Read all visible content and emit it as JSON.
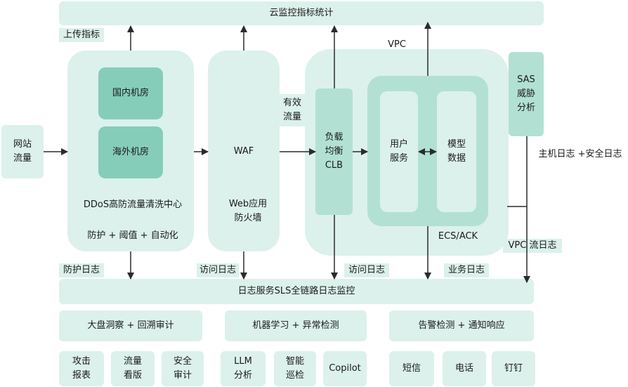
{
  "top": {
    "cloud_monitor": "云监控指标统计",
    "upload_metrics": "上传指标"
  },
  "input": {
    "site_traffic": "网站\n流量"
  },
  "ddos": {
    "domestic": "国内机房",
    "overseas": "海外机房",
    "center": "DDoS高防流量清洗中心",
    "features": "防护 + 阈值 + 自动化"
  },
  "waf": {
    "title": "WAF",
    "subtitle": "Web应用\n防火墙"
  },
  "valid_traffic": "有效\n流量",
  "vpc": {
    "label": "VPC",
    "clb": "负载\n均衡\nCLB",
    "user_service": "用户\n服务",
    "model_data": "模型\n数据",
    "ecs": "ECS/ACK"
  },
  "sas": {
    "title": "SAS\n威胁\n分析"
  },
  "logs": {
    "host_security": "主机日志 +安全日志",
    "vpc_flow": "VPC 流日志",
    "protection": "防护日志",
    "access_waf": "访问日志",
    "access_clb": "访问日志",
    "business": "业务日志"
  },
  "sls": {
    "title": "日志服务SLS全链路日志监控"
  },
  "groups": [
    {
      "title": "大盘洞察 + 回溯审计",
      "items": [
        "攻击\n报表",
        "流量\n看版",
        "安全\n审计"
      ]
    },
    {
      "title": "机器学习 + 异常检测",
      "items": [
        "LLM\n分析",
        "智能\n巡检",
        "Copilot"
      ]
    },
    {
      "title": "告警检测 + 通知响应",
      "items": [
        "短信",
        "电话",
        "钉钉"
      ]
    }
  ],
  "colors": {
    "light": "#dcf1eb",
    "mid": "#b2e1d4",
    "dark": "#86cdb9",
    "line": "#2b2b2b"
  }
}
